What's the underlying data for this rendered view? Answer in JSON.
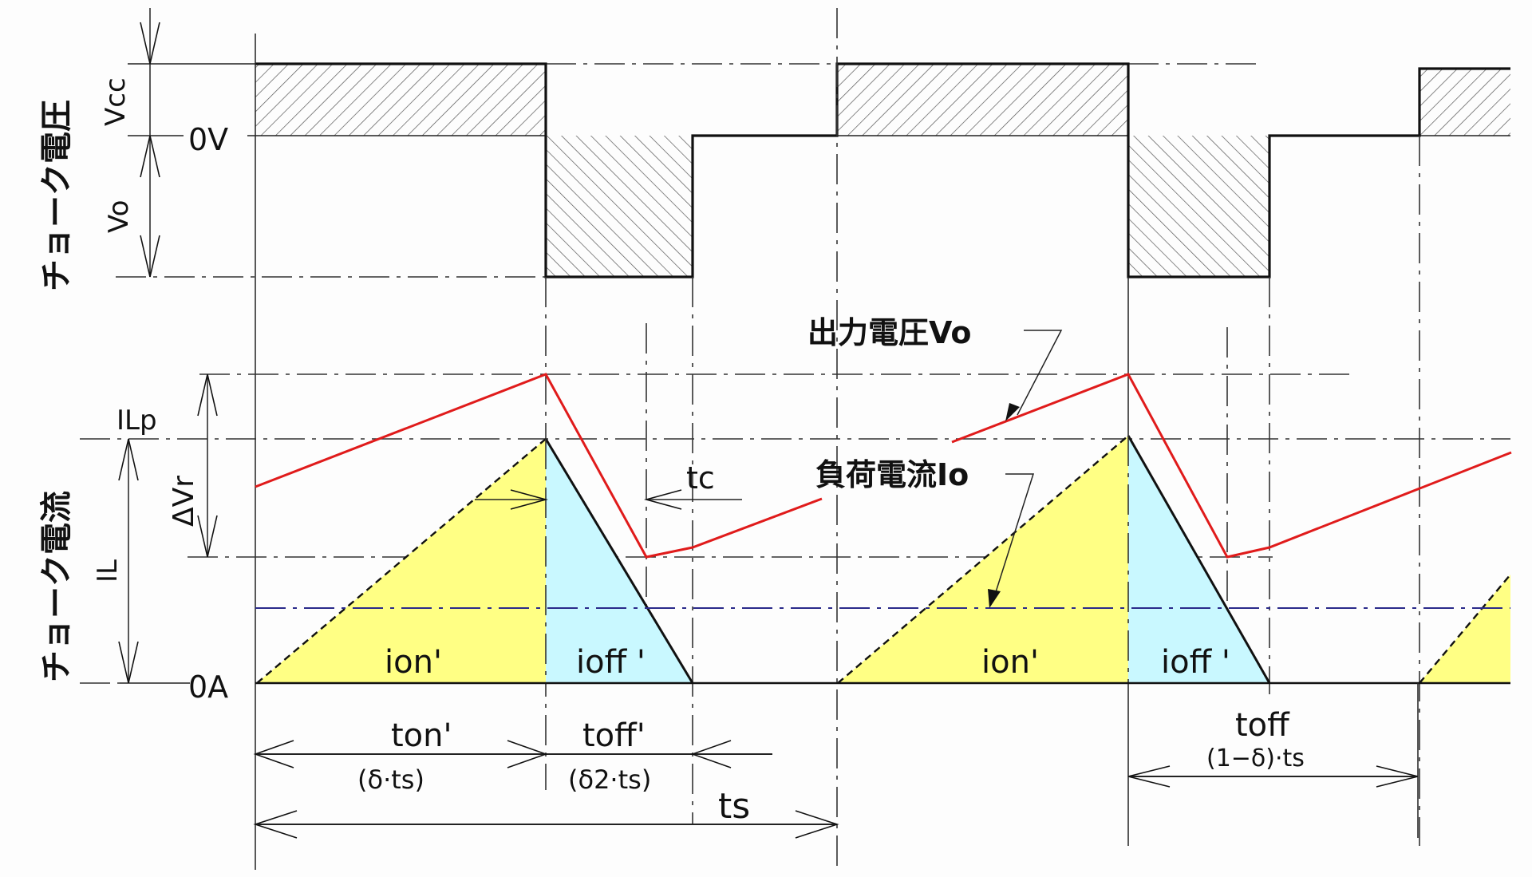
{
  "diagram": {
    "title_voltage_axis": "チョーク電圧",
    "title_current_axis": "チョーク電流",
    "voltage_labels": {
      "vcc": "Vcc",
      "zero_v": "0V",
      "vo": "Vo"
    },
    "current_labels": {
      "ilp": "ILp",
      "il": "IL",
      "delta_vr": "ΔVr",
      "zero_a": "0A"
    },
    "annotations": {
      "output_voltage": "出力電圧Vo",
      "load_current": "負荷電流Io",
      "tc": "tc"
    },
    "areas": [
      {
        "label": "ion'"
      },
      {
        "label": "ioff '"
      },
      {
        "label": "ion'"
      },
      {
        "label": "ioff '"
      }
    ],
    "timing": {
      "ton_prime": "ton'",
      "ton_prime_formula": "(δ·ts)",
      "toff_prime": "toff'",
      "toff_prime_formula": "(δ2·ts)",
      "ts": "ts",
      "toff": "toff",
      "toff_formula": "(1−δ)·ts"
    },
    "colors": {
      "on_area": "#ffff84",
      "off_area": "#c9f8ff",
      "output_voltage_line": "#e01b1b",
      "load_current_line": "#2a2a8a",
      "hatch": "#555555"
    }
  }
}
